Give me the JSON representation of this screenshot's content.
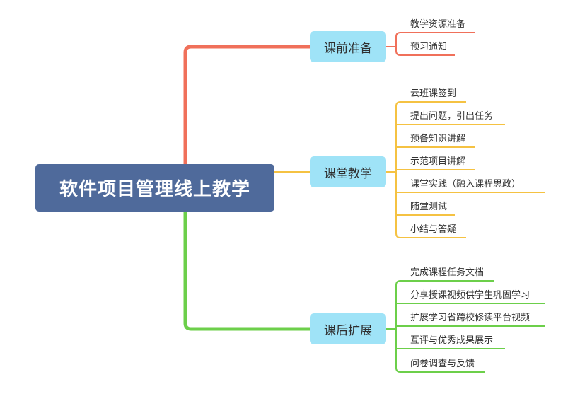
{
  "root": {
    "label": "软件项目管理线上教学"
  },
  "colors": {
    "branch1": "#f0705a",
    "branch2": "#f5c242",
    "branch3": "#6ccf4a",
    "root_bg": "#4f6a9b",
    "branch_bg": "#9fe3f7"
  },
  "branches": [
    {
      "label": "课前准备",
      "items": [
        "教学资源准备",
        "预习通知"
      ]
    },
    {
      "label": "课堂教学",
      "items": [
        "云班课签到",
        "提出问题，引出任务",
        "预备知识讲解",
        "示范项目讲解",
        "课堂实践（融入课程思政）",
        "随堂测试",
        "小结与答疑"
      ]
    },
    {
      "label": "课后扩展",
      "items": [
        "完成课程任务文档",
        "分享授课视频供学生巩固学习",
        "扩展学习省跨校修读平台视频",
        "互评与优秀成果展示",
        "问卷调查与反馈"
      ]
    }
  ]
}
